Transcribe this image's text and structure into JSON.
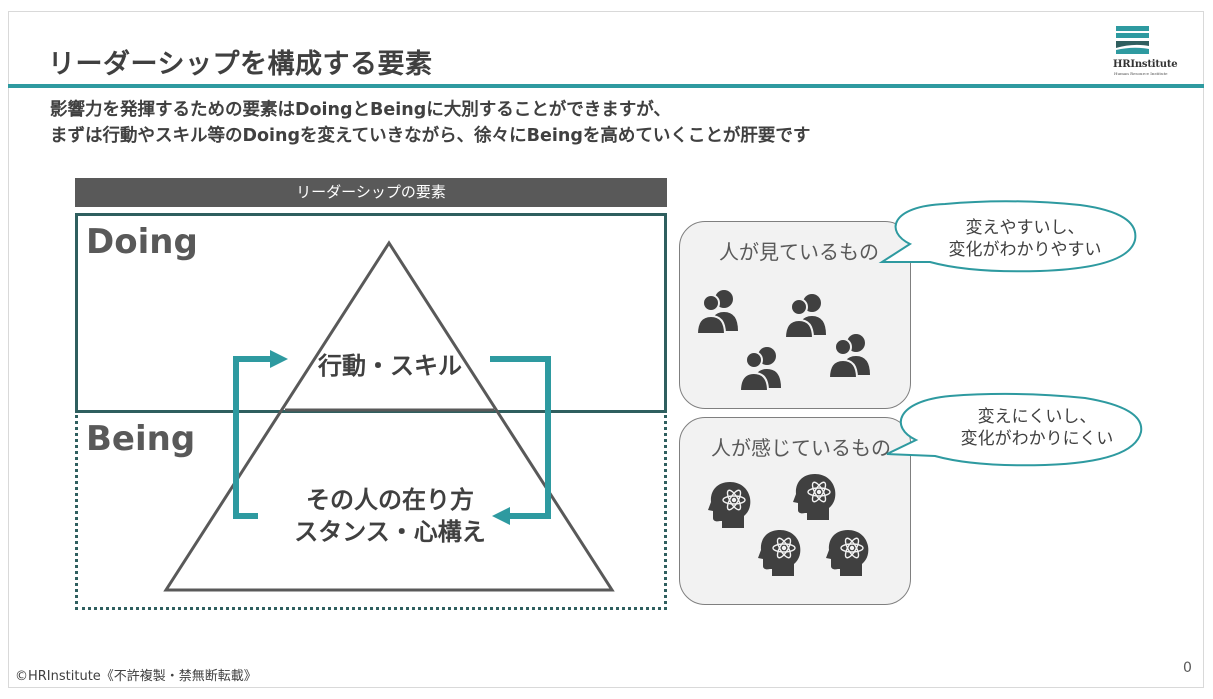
{
  "slide": {
    "title": "リーダーシップを構成する要素",
    "subtitle_line1": "影響力を発揮するための要素はDoingとBeingに大別することができますが、",
    "subtitle_line2": "まずは行動やスキル等のDoingを変えていきながら、徐々にBeingを高めていくことが肝要です",
    "section_label": "リーダーシップの要素",
    "footer": "©HRInstitute《不許複製・禁無断転載》",
    "page_number": "0"
  },
  "logo": {
    "text": "HRInstitute",
    "subtext": "Human Resource Institute",
    "colors": {
      "teal": "#2e9aa0",
      "dark": "#2f5f5f"
    }
  },
  "diagram": {
    "doing_label": "Doing",
    "being_label": "Being",
    "top_text": "行動・スキル",
    "bottom_line1": "その人の在り方",
    "bottom_line2": "スタンス・心構え",
    "arrow_color": "#2e9aa0",
    "triangle_color": "#595959",
    "doing_border_color": "#2f5f5f"
  },
  "panels": [
    {
      "title": "人が見ているもの",
      "callout_line1": "変えやすいし、",
      "callout_line2": "変化がわかりやすい",
      "icon": "people-group-icon"
    },
    {
      "title": "人が感じているもの",
      "callout_line1": "変えにくいし、",
      "callout_line2": "変化がわかりにくい",
      "icon": "head-atom-icon"
    }
  ]
}
